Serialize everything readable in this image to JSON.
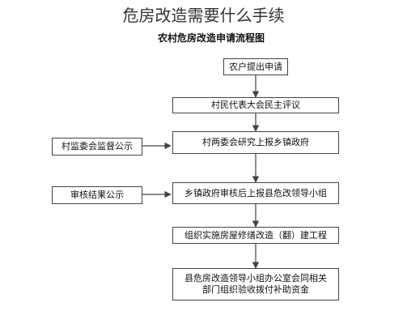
{
  "page": {
    "title": "危房改造需要什么手续"
  },
  "diagram": {
    "title": "农村危房改造申请流程图",
    "main_steps": [
      "农户提出申请",
      "村民代表大会民主评议",
      "村两委会研究上报乡镇政府",
      "乡镇政府审核后上报县危改领导小组",
      "组织实施房屋修缮改造（翻）建工程"
    ],
    "final_step": {
      "line1": "县危房改造领导小组办公室会同相关",
      "line2": "部门组织验收拨付补助资金"
    },
    "side_boxes": [
      {
        "label": "村监委会监督公示",
        "attaches_to_step": 3
      },
      {
        "label": "审核结果公示",
        "attaches_to_step": 4
      }
    ],
    "colors": {
      "line": "#444444",
      "box_border": "#444444",
      "background": "#ffffff"
    }
  }
}
